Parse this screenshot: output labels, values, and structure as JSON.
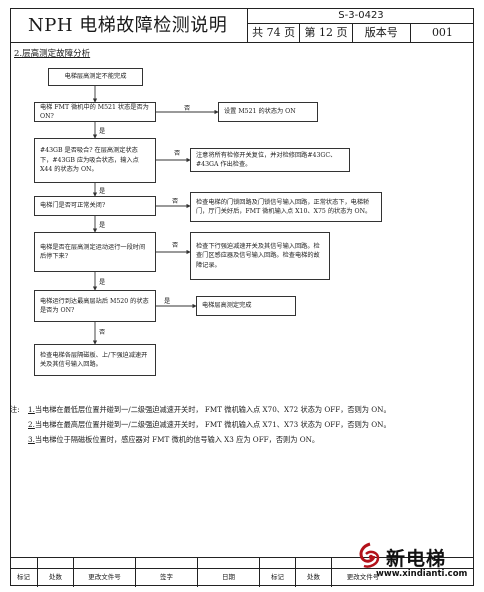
{
  "header": {
    "title": "NPH 电梯故障检测说明",
    "doc_no": "S-3-0423",
    "total_pages": "共 74 页",
    "page": "第 12 页",
    "version_label": "版本号",
    "version": "001"
  },
  "section_title": "2.层高测定故障分析",
  "flow": {
    "start": "电梯层高测定不能完成",
    "q1": "电梯 FMT 微机中的 M521 状态是否为 ON?",
    "q1_no_action": "设置 M521 的状态为 ON",
    "q2": "#43GB 是否吸合? 在层高测定状态下，#43GB 应为吸合状态，输入点 X44 的状态为 ON。",
    "q2_no_action": "注意将所有检修开关复位，并对检修回路#43GC、#43GA 作出检查。",
    "q3": "电梯门是否可正常关闭?",
    "q3_no_action": "检查电梯的门锁回路及门锁信号输入回路，正常状态下，电梯轿门，厅门关好后，FMT 微机输入点 X10、X75 的状态为 ON。",
    "q4": "电梯是否在层高测定运动运行一段时间后停下来?",
    "q4_no_action": "检查下行强迫减速开关及其信号输入回路。检查门区感应器及信号输入回路。检查电梯的故障记录。",
    "q5": "电梯运行到达最高层站后 M520 的状态是否为 ON?",
    "q5_yes_action": "电梯层高测定完成",
    "end": "检查电梯各层隔磁板、上/下强迫减速开关及其信号输入回路。",
    "yes": "是",
    "no": "否"
  },
  "notes": {
    "prefix": "注:",
    "items": [
      {
        "num": "1.",
        "text": "当电梯在最低层位置并碰到一/二级强迫减速开关时， FMT 微机输入点 X70、X72 状态为 OFF，否则为 ON。"
      },
      {
        "num": "2.",
        "text": "当电梯在最高层位置并碰到一/二级强迫减速开关时， FMT 微机输入点 X71、X73 状态为 OFF，否则为 ON。"
      },
      {
        "num": "3.",
        "text": "当电梯位于隔磁板位置时，感应器对 FMT 微机的信号输入 X3 应为 OFF，否则为 ON。"
      }
    ]
  },
  "footer": [
    "标记",
    "处数",
    "更改文件号",
    "签字",
    "日期",
    "标记",
    "处数",
    "更改文件号"
  ],
  "logo": {
    "brand": "新电梯",
    "url": "www.xindianti.com"
  }
}
